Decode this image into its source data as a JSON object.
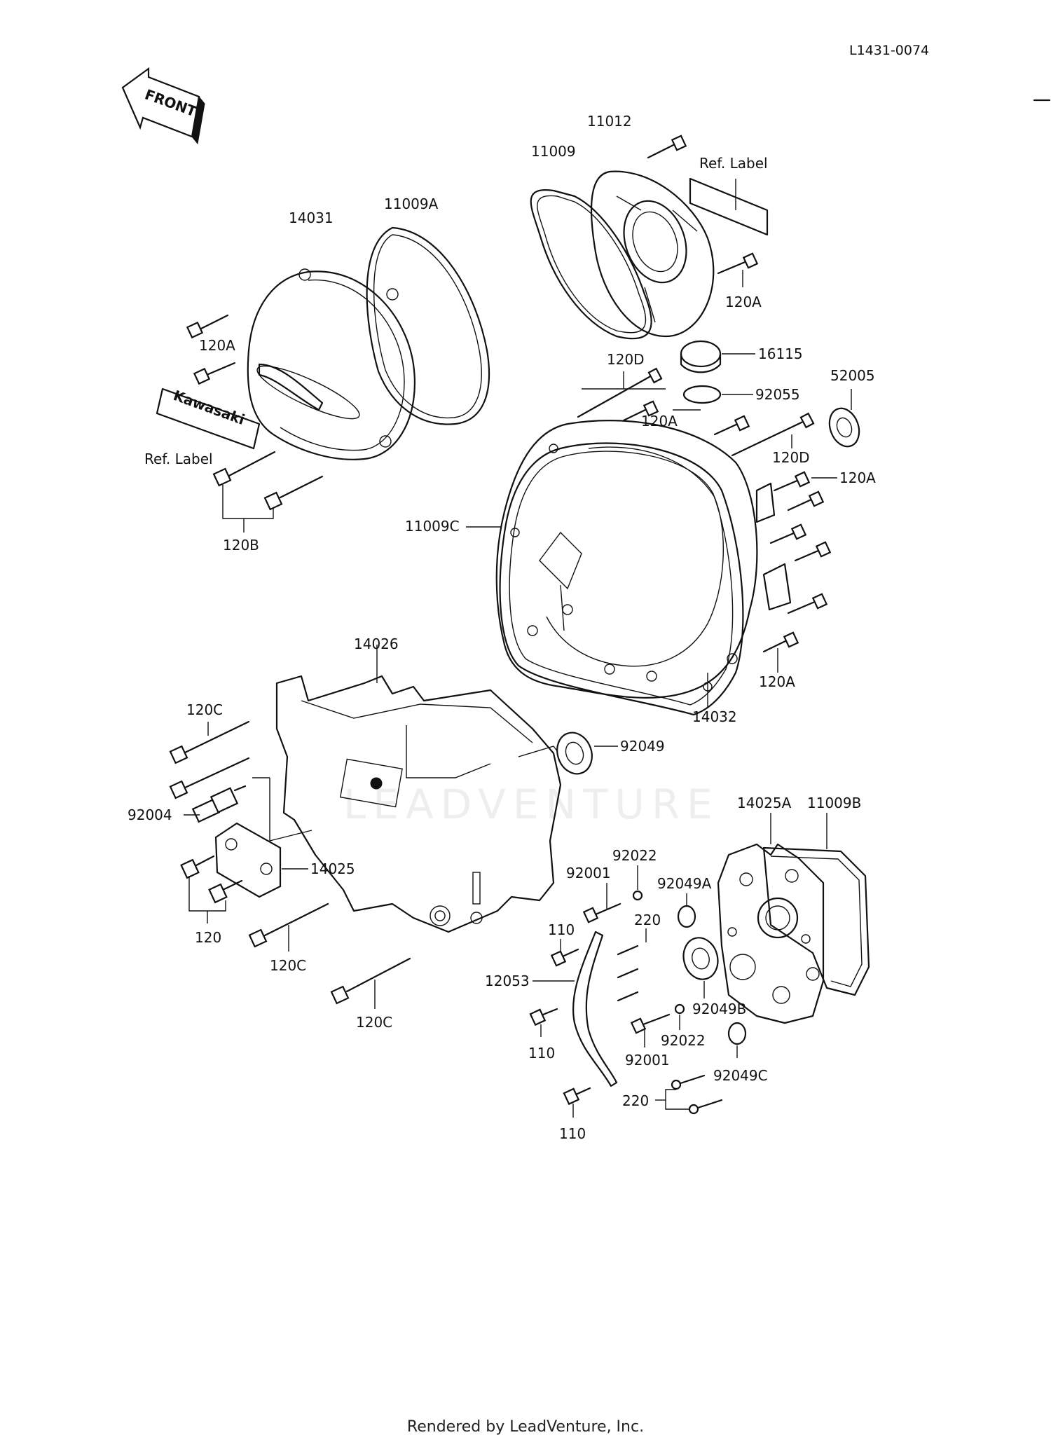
{
  "diagram": {
    "code": "L1431-0074",
    "front_label": "FRONT",
    "brand_badge": "Kawasaki",
    "watermark": "LEADVENTURE",
    "footer": "Rendered by LeadVenture, Inc."
  },
  "callouts": {
    "p11012": "11012",
    "p11009": "11009",
    "ref_label_top": "Ref.  Label",
    "p120A_top": "120A",
    "p14031": "14031",
    "p11009A": "11009A",
    "p120A_left": "120A",
    "ref_label_left": "Ref.  Label",
    "p120B": "120B",
    "p16115": "16115",
    "p92055": "92055",
    "p52005": "52005",
    "p120D_top": "120D",
    "p120A_mid": "120A",
    "p120D_right": "120D",
    "p120A_right1": "120A",
    "p11009C": "11009C",
    "p120A_right2": "120A",
    "p14032": "14032",
    "p14026": "14026",
    "p120C_top": "120C",
    "p92049": "92049",
    "p92004": "92004",
    "p14025": "14025",
    "p120": "120",
    "p120C_mid": "120C",
    "p120C_bot": "120C",
    "p14025A": "14025A",
    "p11009B": "11009B",
    "p92022_top": "92022",
    "p92001_top": "92001",
    "p92049A": "92049A",
    "p220_top": "220",
    "p110_top": "110",
    "p12053": "12053",
    "p110_mid": "110",
    "p92049B": "92049B",
    "p92022_bot": "92022",
    "p92001_bot": "92001",
    "p92049C": "92049C",
    "p220_bot": "220",
    "p110_bot": "110"
  }
}
